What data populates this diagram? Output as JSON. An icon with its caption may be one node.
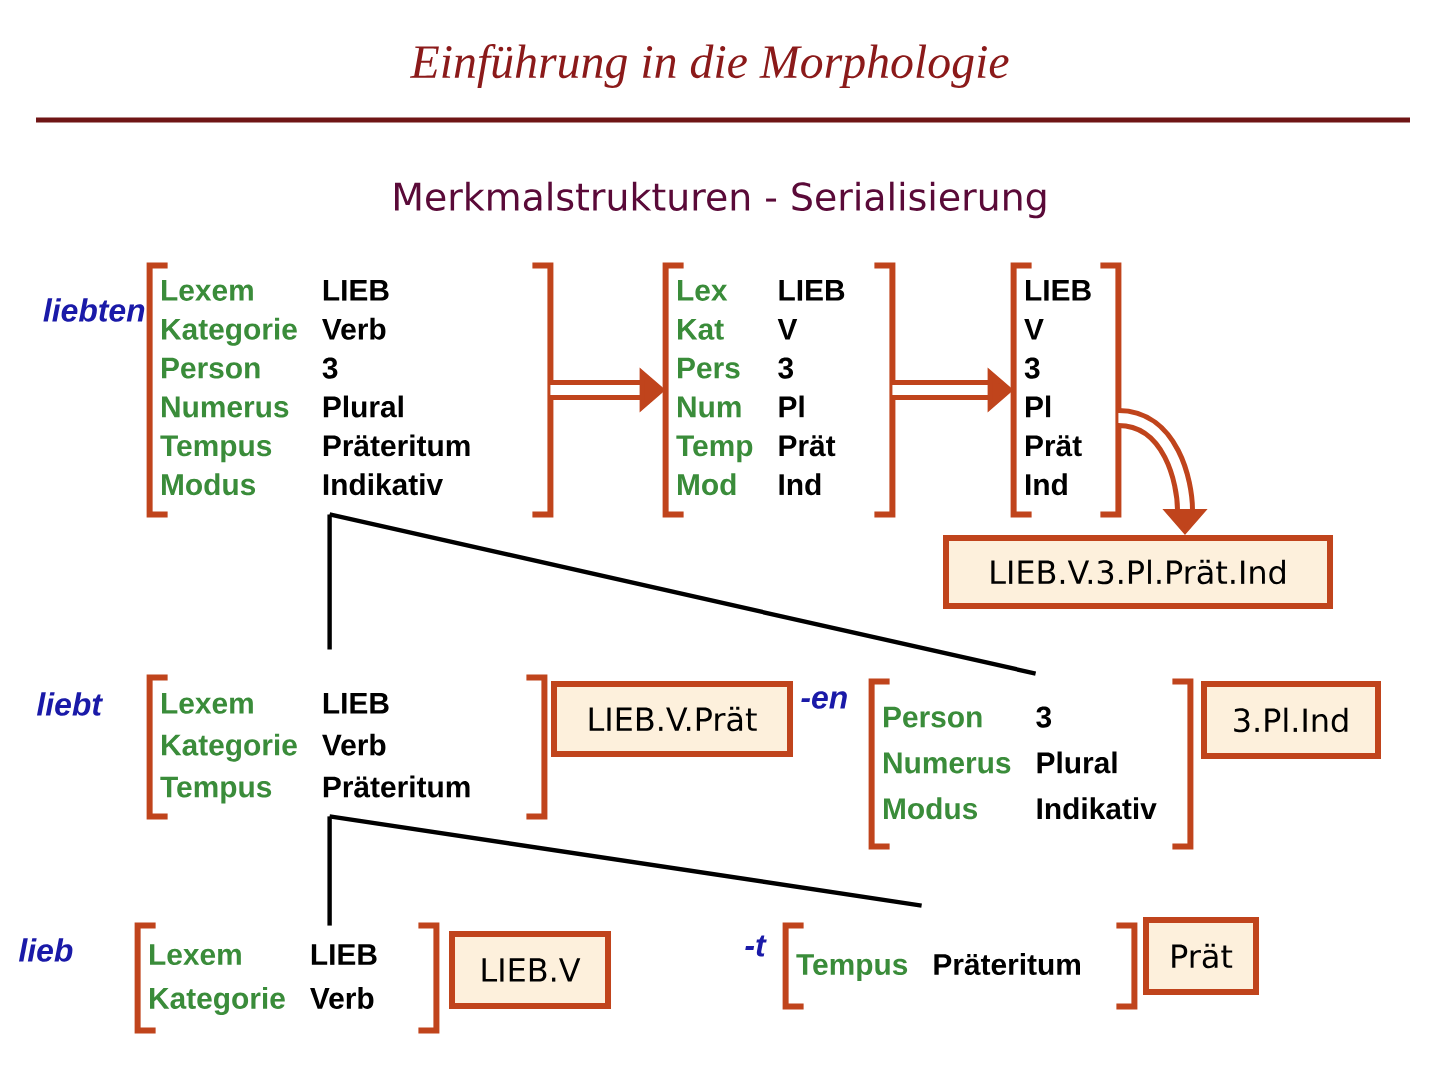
{
  "diagram": {
    "title": "Merkmalstrukturen - Serialisierung",
    "nodes": [
      {
        "text": [
          "liebten",
          "Lexem",
          "LIEB",
          "Kategorie",
          "Verb",
          "Person",
          "3",
          "Numerus",
          "Plural",
          "Tempus",
          "Präteritum",
          "Modus",
          "Indikativ"
        ]
      },
      {
        "text": [
          "Lex",
          "LIEB",
          "Kat",
          "V",
          "Pers",
          "3",
          "Num",
          "Pl",
          "Temp",
          "Prät",
          "Mod",
          "Ind"
        ]
      },
      {
        "text": [
          "LIEB",
          "V",
          "3",
          "Pl",
          "Prät",
          "Ind"
        ]
      },
      {
        "text": [
          "LIEB.V.3.Pl.Prät.Ind"
        ]
      },
      {
        "text": [
          "liebt",
          "Lexem",
          "LIEB",
          "Kategorie",
          "Verb",
          "Tempus",
          "Präteritum"
        ]
      },
      {
        "text": [
          "LIEB.V.Prät"
        ]
      },
      {
        "text": [
          "-en",
          "Person",
          "3",
          "Numerus",
          "Plural",
          "Modus",
          "Indikativ"
        ]
      },
      {
        "text": [
          "3.Pl.Ind"
        ]
      },
      {
        "text": [
          "lieb",
          "Lexem",
          "LIEB",
          "Kategorie",
          "Verb"
        ]
      },
      {
        "text": [
          "LIEB.V"
        ]
      },
      {
        "text": [
          "-t",
          "Tempus",
          "Präteritum"
        ]
      },
      {
        "text": [
          "Prät"
        ]
      }
    ],
    "edges": [
      {
        "from": 0,
        "to": 1,
        "arrow": "to",
        "style": "thick",
        "color": "#c0441c"
      },
      {
        "from": 1,
        "to": 2,
        "arrow": "to",
        "style": "thick",
        "color": "#c0441c"
      },
      {
        "from": 2,
        "to": 3,
        "arrow": "to",
        "style": "thick",
        "color": "#c0441c"
      },
      {
        "from": 0,
        "to": 4,
        "arrow": "none"
      },
      {
        "from": 0,
        "to": 6,
        "arrow": "none"
      },
      {
        "from": 4,
        "to": 8,
        "arrow": "none"
      },
      {
        "from": 4,
        "to": 10,
        "arrow": "none"
      }
    ],
    "labels": [
      "Einführung in die Morphologie"
    ]
  }
}
